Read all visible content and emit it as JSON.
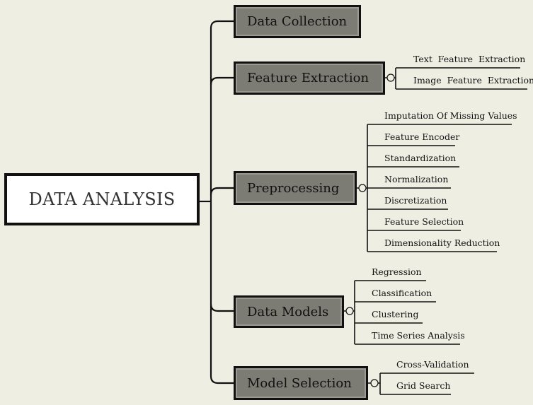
{
  "root": {
    "label": "DATA ANALYSIS"
  },
  "branches": [
    {
      "label": "Data Collection",
      "children": []
    },
    {
      "label": "Feature Extraction",
      "children": [
        "Text  Feature  Extraction",
        "Image  Feature  Extraction"
      ]
    },
    {
      "label": "Preprocessing",
      "children": [
        "Imputation Of Missing Values",
        "Feature Encoder",
        "Standardization",
        "Normalization",
        "Discretization",
        "Feature Selection",
        "Dimensionality Reduction"
      ]
    },
    {
      "label": "Data Models",
      "children": [
        "Regression",
        "Classification",
        "Clustering",
        "Time Series Analysis"
      ]
    },
    {
      "label": "Model Selection",
      "children": [
        "Cross-Validation",
        "Grid Search"
      ]
    }
  ]
}
